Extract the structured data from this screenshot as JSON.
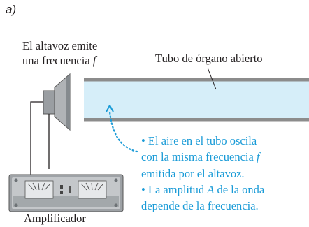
{
  "part_label": "a)",
  "speaker_caption": {
    "line1": "El altavoz emite",
    "line2_prefix": "una frecuencia ",
    "line2_symbol": "f"
  },
  "tube_label": "Tubo de órgano abierto",
  "notes": {
    "line1": "• El aire en el tubo oscila",
    "line2_prefix": "con la misma frecuencia ",
    "line2_symbol": "f",
    "line3": "emitida por el altavoz.",
    "line4_prefix": "• La amplitud ",
    "line4_symbol": "A",
    "line4_suffix": " de la onda",
    "line5": "depende de la frecuencia."
  },
  "amplifier_label": "Amplificador",
  "colors": {
    "note_text": "#1a9bd7",
    "tube_air": "#d6eef9",
    "tube_wall": "#8c8c8c"
  }
}
